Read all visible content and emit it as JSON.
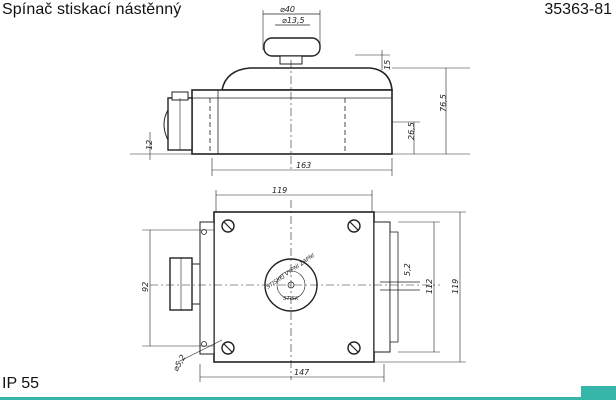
{
  "header": {
    "title": "Spínač stiskací nástěnný",
    "code": "35363-81"
  },
  "footer": {
    "rating": "IP 55",
    "accent_color": "#36b6a9"
  },
  "drawing": {
    "side_view": {
      "dim_button_outer": "⌀40",
      "dim_button_inner": "⌀13,5",
      "dim_top": "15",
      "dim_height_total": "76,5",
      "dim_gland_height": "26,5",
      "dim_base": "12",
      "dim_length": "163"
    },
    "plan_view": {
      "dim_width_top": "119",
      "dim_width_bottom": "147",
      "dim_hole_spacing": "92",
      "dim_height_right": "119",
      "dim_right_inner": "112",
      "dim_cable": "5,2",
      "dim_hole": "⌀5,2",
      "center_label_ring": "STISKEJ VYPNI ZAPNI",
      "center_label_center": "STISK"
    }
  }
}
